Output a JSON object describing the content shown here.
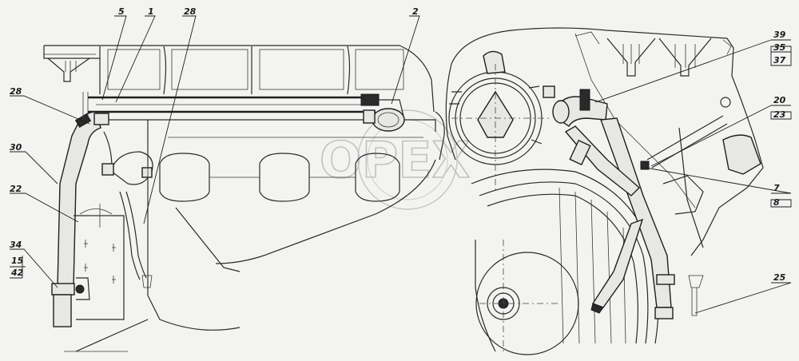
{
  "watermark": "OPEX",
  "callouts": {
    "c5": "5",
    "c1": "1",
    "c28a": "28",
    "c2": "2",
    "c28b": "28",
    "c30": "30",
    "c22": "22",
    "c34": "34",
    "c15": "15",
    "c42": "42",
    "c39": "39",
    "c35": "35",
    "c37": "37",
    "c20": "20",
    "c23": "23",
    "c7": "7",
    "c8": "8",
    "c25": "25"
  }
}
